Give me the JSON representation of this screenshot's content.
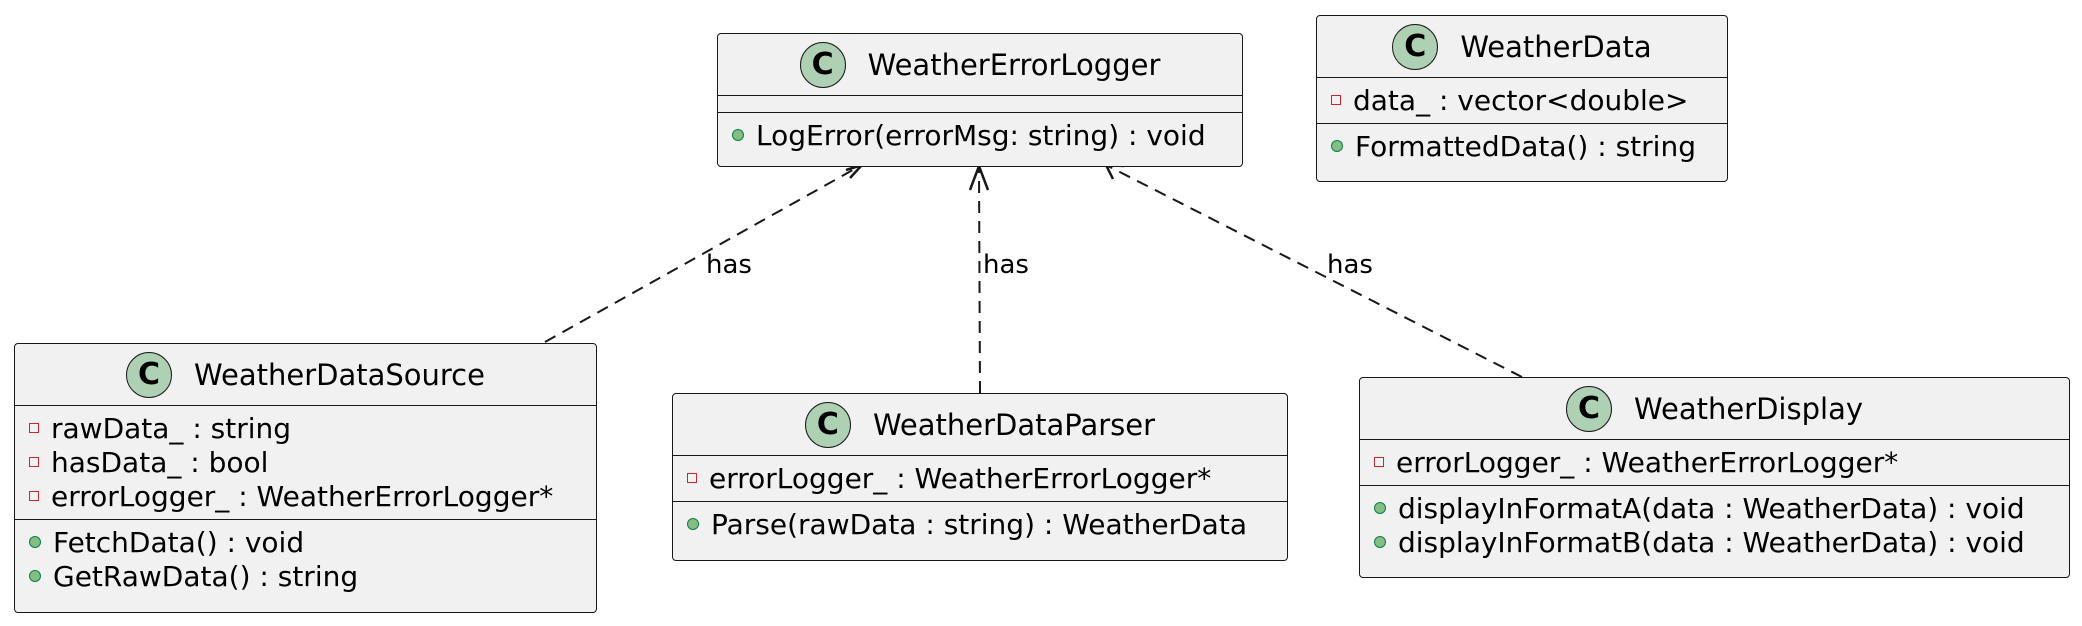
{
  "diagram": {
    "classes": [
      {
        "id": "logger",
        "name": "WeatherErrorLogger",
        "stereotype_icon": "C",
        "attributes": [],
        "methods": [
          {
            "visibility": "public",
            "text": "LogError(errorMsg: string) : void"
          }
        ]
      },
      {
        "id": "data",
        "name": "WeatherData",
        "stereotype_icon": "C",
        "attributes": [
          {
            "visibility": "private",
            "text": "data_ : vector<double>"
          }
        ],
        "methods": [
          {
            "visibility": "public",
            "text": "FormattedData() : string"
          }
        ]
      },
      {
        "id": "source",
        "name": "WeatherDataSource",
        "stereotype_icon": "C",
        "attributes": [
          {
            "visibility": "private",
            "text": "rawData_ : string"
          },
          {
            "visibility": "private",
            "text": "hasData_ : bool"
          },
          {
            "visibility": "private",
            "text": "errorLogger_ : WeatherErrorLogger*"
          }
        ],
        "methods": [
          {
            "visibility": "public",
            "text": "FetchData() : void"
          },
          {
            "visibility": "public",
            "text": "GetRawData() : string"
          }
        ]
      },
      {
        "id": "parser",
        "name": "WeatherDataParser",
        "stereotype_icon": "C",
        "attributes": [
          {
            "visibility": "private",
            "text": "errorLogger_ : WeatherErrorLogger*"
          }
        ],
        "methods": [
          {
            "visibility": "public",
            "text": "Parse(rawData : string) : WeatherData"
          }
        ]
      },
      {
        "id": "display",
        "name": "WeatherDisplay",
        "stereotype_icon": "C",
        "attributes": [
          {
            "visibility": "private",
            "text": "errorLogger_ : WeatherErrorLogger*"
          }
        ],
        "methods": [
          {
            "visibility": "public",
            "text": "displayInFormatA(data : WeatherData) : void"
          },
          {
            "visibility": "public",
            "text": "displayInFormatB(data : WeatherData) : void"
          }
        ]
      }
    ],
    "relations": [
      {
        "from": "source",
        "to": "logger",
        "style": "dashed",
        "arrow": "open",
        "label": "has"
      },
      {
        "from": "parser",
        "to": "logger",
        "style": "dashed",
        "arrow": "open",
        "label": "has"
      },
      {
        "from": "display",
        "to": "logger",
        "style": "dashed",
        "arrow": "open",
        "label": "has"
      }
    ]
  },
  "colors": {
    "class_fill": "#f1f1f1",
    "border": "#181818",
    "icon_fill": "#add1b2",
    "private_marker": "#c82930",
    "public_marker_fill": "#84be84",
    "public_marker_border": "#038048"
  }
}
